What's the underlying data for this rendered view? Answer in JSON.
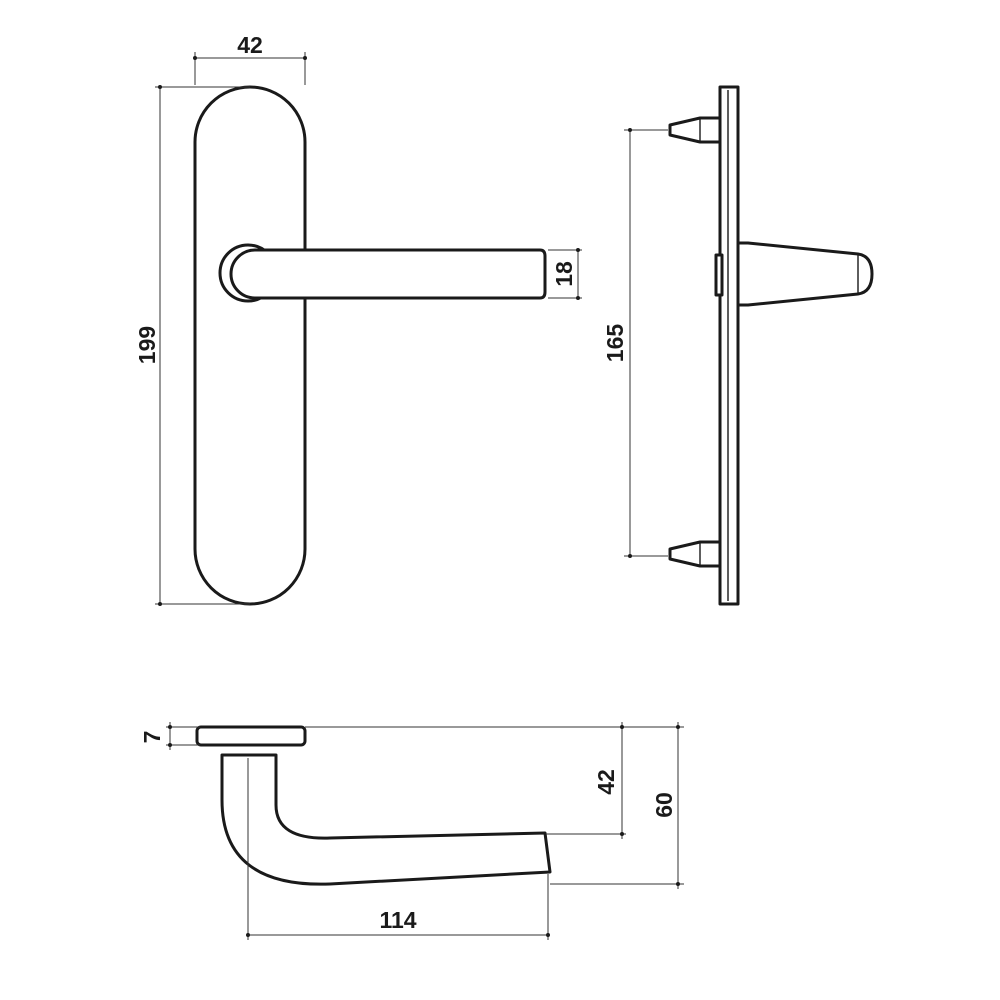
{
  "dimensions": {
    "plate_width": "42",
    "plate_height": "199",
    "lever_thickness": "18",
    "fixing_centres": "165",
    "rose_thickness": "7",
    "lever_drop": "42",
    "overall_projection": "60",
    "lever_length": "114"
  },
  "colors": {
    "line": "#1a1a1a",
    "background": "#ffffff"
  }
}
